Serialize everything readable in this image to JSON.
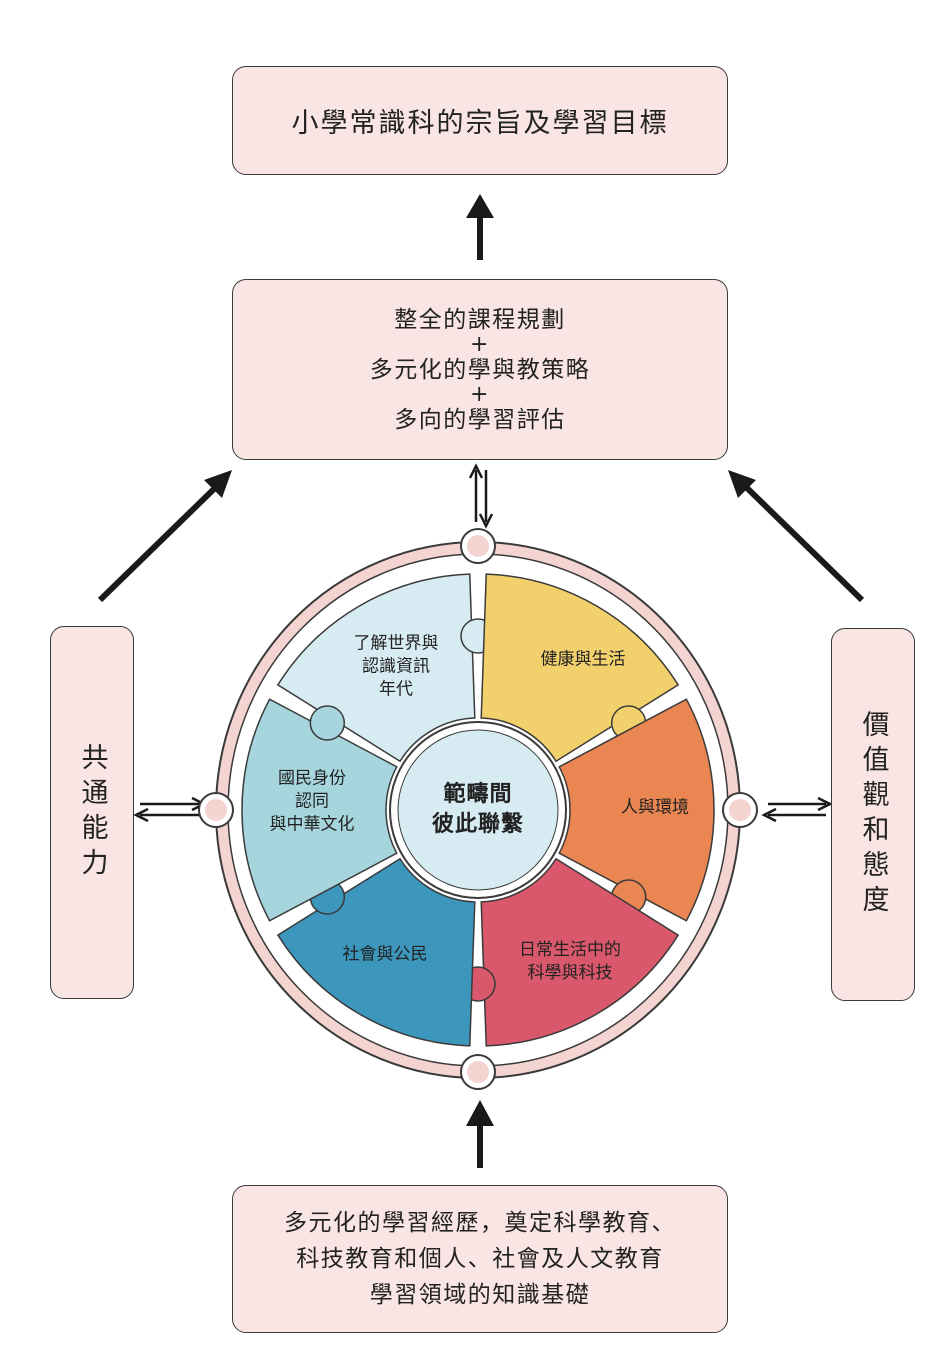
{
  "top_box": {
    "text": "小學常識科的宗旨及學習目標"
  },
  "middle_box": {
    "line1": "整全的課程規劃",
    "plus1": "+",
    "line2": "多元化的學與教策略",
    "plus2": "+",
    "line3": "多向的學習評估"
  },
  "left_box": {
    "text": "共通能力"
  },
  "right_box": {
    "text": "價值觀和態度"
  },
  "bottom_box": {
    "line1": "多元化的學習經歷，奠定科學教育、",
    "line2": "科技教育和個人、社會及人文教育",
    "line3": "學習領域的知識基礎"
  },
  "center": {
    "line1": "範疇間",
    "line2": "彼此聯繫"
  },
  "strands": {
    "world": {
      "line1": "了解世界與",
      "line2": "認識資訊",
      "line3": "年代",
      "color": "#d6ebf2"
    },
    "health": {
      "text": "健康與生活",
      "color": "#f2d06b"
    },
    "environment": {
      "text": "人與環境",
      "color": "#e98651"
    },
    "science": {
      "line1": "日常生活中的",
      "line2": "科學與科技",
      "color": "#d9586b"
    },
    "society": {
      "text": "社會與公民",
      "color": "#3d97bd"
    },
    "identity": {
      "line1": "國民身份",
      "line2": "認同",
      "line3": "與中華文化",
      "color": "#a6d5dd"
    }
  },
  "colors": {
    "box_fill": "#f9e5e4",
    "ring": "#f3d4d1",
    "arrow": "#1a1a1a"
  }
}
